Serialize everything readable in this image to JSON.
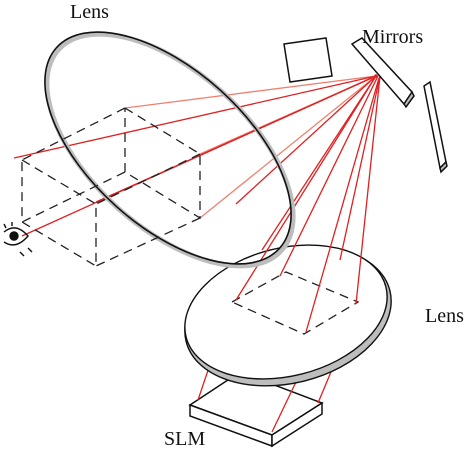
{
  "labels": {
    "top_lens": "Lens",
    "mirrors": "Mirrors",
    "bottom_lens": "Lens",
    "slm": "SLM"
  },
  "colors": {
    "ray": "#e02020",
    "ray_light": "#f08070",
    "outline": "#111111",
    "dashed": "#222222",
    "lens_fill": "#ffffff",
    "lens_edge": "#bdbdbd",
    "background": "#ffffff"
  },
  "icons": {
    "viewer": "eye-icon"
  }
}
